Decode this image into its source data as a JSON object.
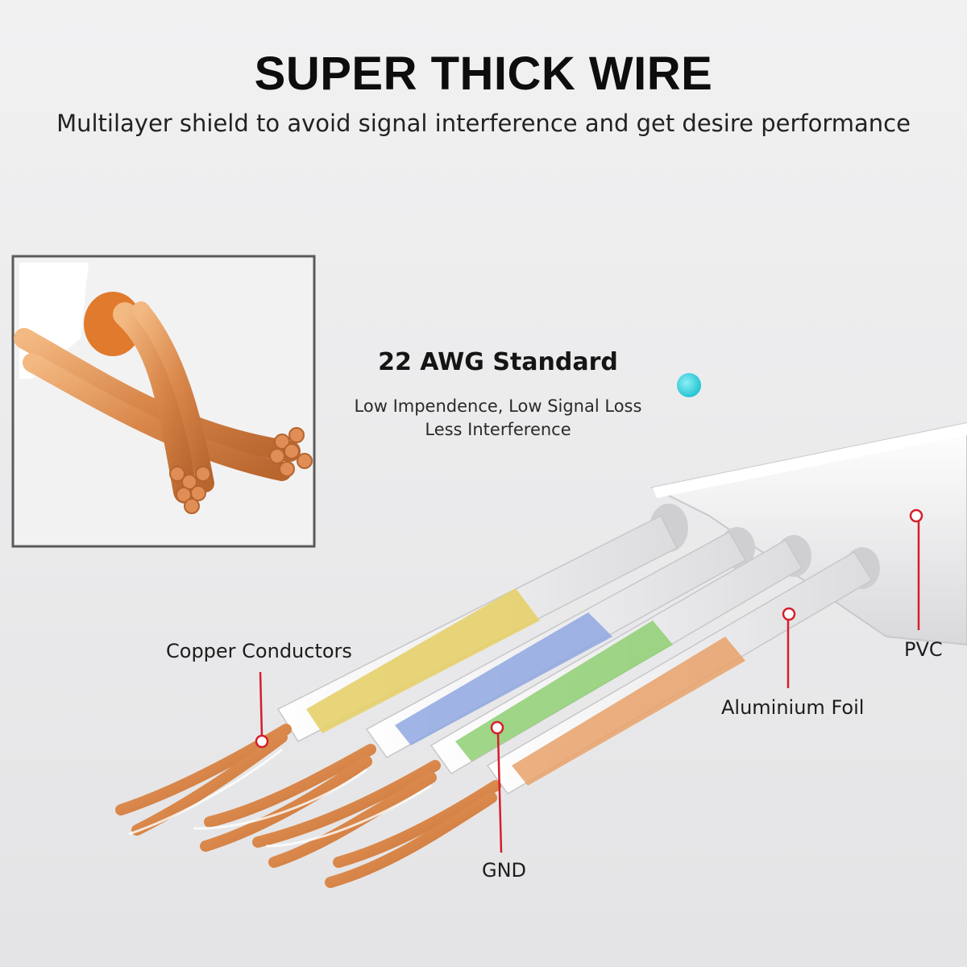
{
  "heading": {
    "title": "SUPER THICK WIRE",
    "subtitle": "Multilayer shield to avoid signal interference and get desire performance"
  },
  "awg_callout": {
    "title": "22 AWG Standard",
    "line1": "Low Impendence, Low Signal Loss",
    "line2": "Less Interference"
  },
  "callouts": {
    "copper": "Copper Conductors",
    "pvc": "PVC",
    "foil": "Aluminium Foil",
    "gnd": "GND"
  },
  "colors": {
    "background": "#e9e9ea",
    "copper": "#d98c4e",
    "callout_line": "#d41f2a",
    "accent_dot": "#3fd6e0",
    "sleeve_yellow": "#e7d06a",
    "sleeve_blue": "#8fa7e0",
    "sleeve_green": "#8fcf72",
    "sleeve_orange": "#e7a16a"
  }
}
